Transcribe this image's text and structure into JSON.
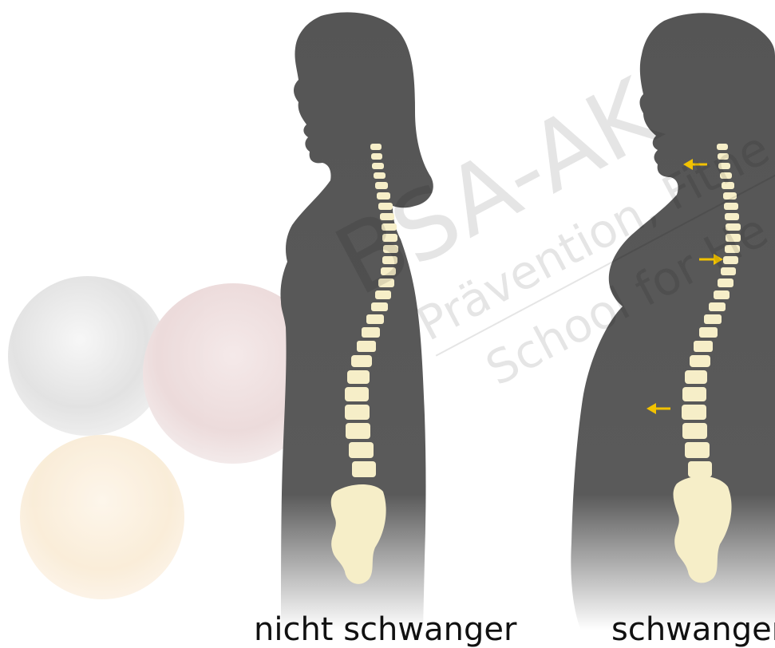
{
  "watermark": {
    "line1": "BSA-AK",
    "line2": "Prävention, Fitne",
    "line3": "School for He"
  },
  "captions": {
    "left": "nicht schwanger",
    "right": "schwanger"
  },
  "colors": {
    "silhouette": "#5a5a5a",
    "spine": "#f6eec8",
    "arrow": "#f2c200"
  },
  "arrows": [
    "arrow-left",
    "arrow-right",
    "arrow-left"
  ]
}
